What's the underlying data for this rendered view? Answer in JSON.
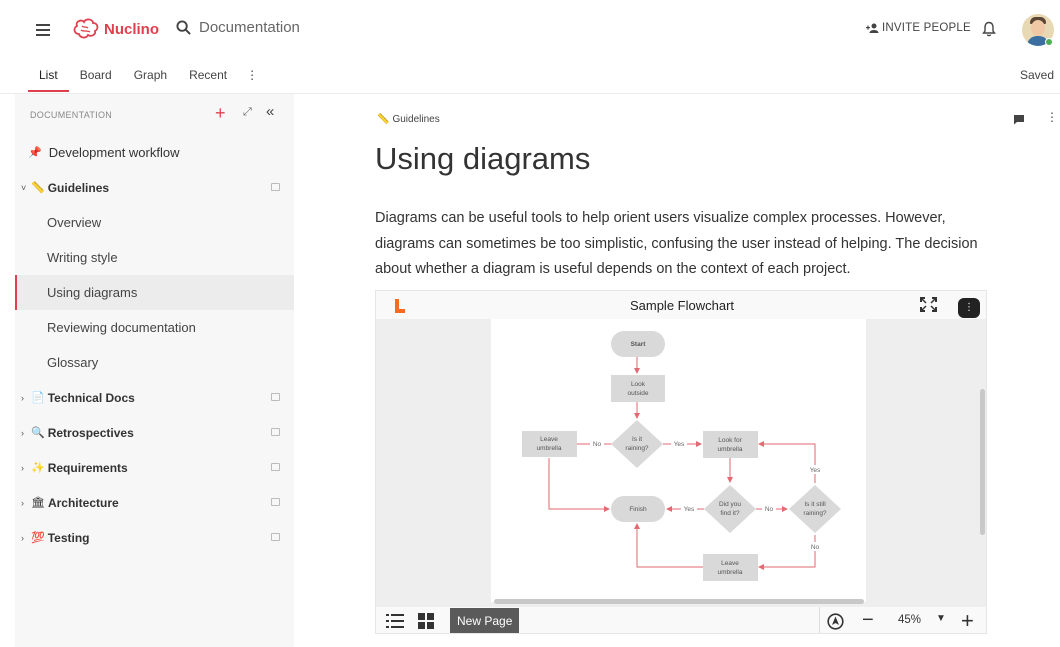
{
  "header": {
    "brand": "Nuclino",
    "search_placeholder": "Documentation",
    "invite_label": "INVITE PEOPLE",
    "status": "Saved"
  },
  "tabs": [
    {
      "label": "List"
    },
    {
      "label": "Board"
    },
    {
      "label": "Graph"
    },
    {
      "label": "Recent"
    }
  ],
  "sidebar": {
    "heading": "DOCUMENTATION",
    "items": [
      {
        "label": "Development workflow"
      },
      {
        "label": "Guidelines",
        "emoji": "📏"
      },
      {
        "label": "Overview"
      },
      {
        "label": "Writing style"
      },
      {
        "label": "Using diagrams"
      },
      {
        "label": "Reviewing documentation"
      },
      {
        "label": "Glossary"
      },
      {
        "label": "Technical Docs",
        "emoji": "📄"
      },
      {
        "label": "Retrospectives",
        "emoji": "🔍"
      },
      {
        "label": "Requirements",
        "emoji": "✨"
      },
      {
        "label": "Architecture",
        "emoji": "🏛"
      },
      {
        "label": "Testing",
        "emoji": "💯"
      }
    ]
  },
  "page": {
    "breadcrumb": "Guidelines",
    "breadcrumb_emoji": "📏",
    "title": "Using diagrams",
    "body": "Diagrams can be useful tools to help orient users visualize complex processes. However, diagrams can sometimes be too simplistic, confusing the user instead of helping. The decision about whether a diagram is useful depends on the context of each project."
  },
  "diagram": {
    "title": "Sample Flowchart",
    "new_page_label": "New Page",
    "zoom": "45%",
    "nodes": {
      "start": "Start",
      "look1": "Look",
      "look2": "outside",
      "raining1": "Is it",
      "raining2": "raining?",
      "leave1a": "Leave",
      "leave1b": "umbrella",
      "lookfor1": "Look for",
      "lookfor2": "umbrella",
      "finish": "Finish",
      "found1": "Did you",
      "found2": "find it?",
      "still1": "Is it still",
      "still2": "raining?",
      "leave2a": "Leave",
      "leave2b": "umbrella"
    },
    "edges": {
      "no1": "No",
      "yes1": "Yes",
      "yes2": "Yes",
      "no2": "No",
      "yes3": "Yes",
      "no3": "No"
    }
  },
  "colors": {
    "accent": "#e0404d",
    "diagram_node": "#d9d9d9",
    "diagram_edge": "#e26a72"
  }
}
